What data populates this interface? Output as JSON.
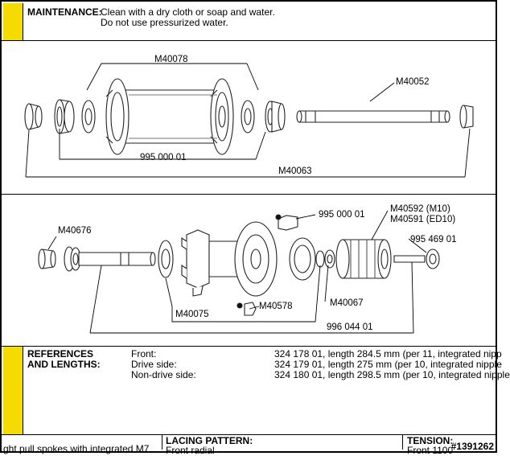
{
  "maintenance": {
    "heading": "MAINTENANCE:",
    "line1": "Clean with a dry cloth or soap and water.",
    "line2": "Do not use pressurized water."
  },
  "diagram_top": {
    "labels": {
      "hub": "M40078",
      "axle": "M40052",
      "bearing_set": "995 000 01",
      "cap_kit": "M40063"
    }
  },
  "diagram_bottom": {
    "labels": {
      "end_cap": "M40676",
      "pawl_kit": "995 000 01",
      "freehub_m10": "M40592 (M10)",
      "freehub_ed10": "M40591 (ED10)",
      "qr_cap": "995 469 01",
      "spring": "M40578",
      "seal": "M40067",
      "hub_body": "M40075",
      "kit": "996 044 01"
    }
  },
  "references": {
    "heading_line1": "REFERENCES",
    "heading_line2": "AND LENGTHS:",
    "rows": [
      {
        "side": "Front:",
        "value": "324 178 01, length 284.5 mm (per 11, integrated nipp"
      },
      {
        "side": "Drive side:",
        "value": "324 179 01, length 275 mm (per 10, integrated nipple"
      },
      {
        "side": "Non-drive side:",
        "value": "324 180 01, length 298.5 mm (per 10, integrated nipple"
      }
    ]
  },
  "footer": {
    "left_text": "ght pull spokes with integrated M7",
    "lacing_heading": "LACING PATTERN:",
    "lacing_value": "Front radial",
    "tension_heading": "TENSION:",
    "tension_value": "Front 1100",
    "watermark": "#1391262"
  }
}
